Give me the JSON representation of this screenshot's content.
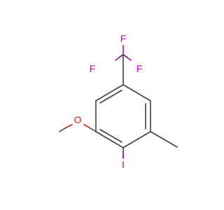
{
  "molecule": {
    "atoms": [
      {
        "element": "F",
        "label": "F",
        "color": "#c000c0"
      },
      {
        "element": "F",
        "label": "F",
        "color": "#c000c0"
      },
      {
        "element": "F",
        "label": "F",
        "color": "#c000c0"
      },
      {
        "element": "O",
        "label": "O",
        "color": "#e0201b"
      },
      {
        "element": "I",
        "label": "I",
        "color": "#a00da0"
      }
    ],
    "bond_color": "#404040"
  }
}
